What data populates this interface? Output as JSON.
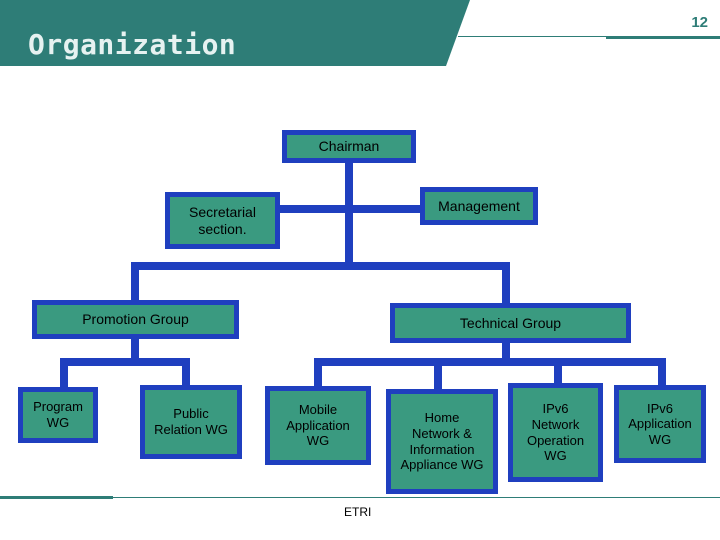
{
  "slide": {
    "title": "Organization",
    "page_number": "12",
    "footer": "ETRI"
  },
  "org": {
    "chairman": "Chairman",
    "secretarial": "Secretarial\nsection.",
    "management": "Management",
    "promotion_group": "Promotion Group",
    "technical_group": "Technical Group",
    "program_wg": "Program\nWG",
    "public_relation_wg": "Public\nRelation WG",
    "mobile_app_wg": "Mobile\nApplication\nWG",
    "home_network_wg": "Home\nNetwork &\nInformation\nAppliance WG",
    "ipv6_network_wg": "IPv6\nNetwork\nOperation\nWG",
    "ipv6_app_wg": "IPv6\nApplication\nWG"
  },
  "colors": {
    "header": "#2e7d77",
    "box_fill": "#3a9a80",
    "box_border": "#1f3fbf",
    "connector": "#1f3fbf"
  }
}
